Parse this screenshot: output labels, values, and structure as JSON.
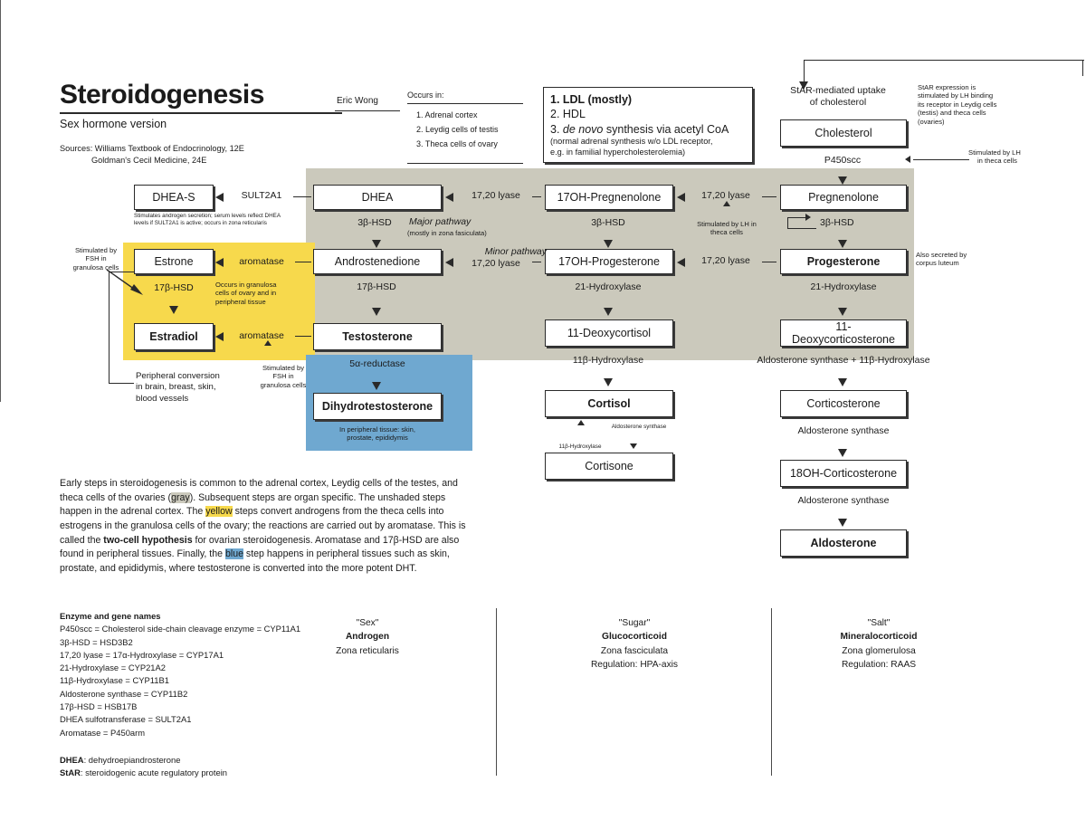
{
  "header": {
    "title": "Steroidogenesis",
    "subtitle": "Sex hormone version",
    "author": "Eric Wong",
    "sources_line1": "Sources: Williams Textbook of Endocrinology, 12E",
    "sources_line2": "Goldman's Cecil Medicine, 24E"
  },
  "occurs_box": {
    "heading": "Occurs in:",
    "items": [
      "1. Adrenal cortex",
      "2. Leydig cells of testis",
      "3. Theca cells of ovary"
    ]
  },
  "ldl_box": {
    "line1": "1. LDL (mostly)",
    "line2": "2. HDL",
    "line3_pre": "3. ",
    "line3_ital": "de novo",
    "line3_post": " synthesis via acetyl CoA",
    "sub1": "(normal adrenal synthesis w/o LDL receptor,",
    "sub2": "e.g. in familial hypercholesterolemia)"
  },
  "nodes": {
    "cholesterol": "Cholesterol",
    "pregnenolone": "Pregnenolone",
    "progesterone": "Progesterone",
    "deoxycorticosterone": "11-Deoxycorticosterone",
    "corticosterone": "Corticosterone",
    "ohcorticosterone": "18OH-Corticosterone",
    "aldosterone": "Aldosterone",
    "oh_pregnenolone": "17OH-Pregnenolone",
    "oh_progesterone": "17OH-Progesterone",
    "deoxycortisol": "11-Deoxycortisol",
    "cortisol": "Cortisol",
    "cortisone": "Cortisone",
    "dhea": "DHEA",
    "dhea_s": "DHEA-S",
    "androstenedione": "Androstenedione",
    "testosterone": "Testosterone",
    "dht": "Dihydrotestosterone",
    "estrone": "Estrone",
    "estradiol": "Estradiol"
  },
  "enzymes": {
    "star_uptake_l1": "StAR-mediated uptake",
    "star_uptake_l2": "of cholesterol",
    "p450scc": "P450scc",
    "hsd3b_right": "3β-HSD",
    "hsd3b_mid": "3β-HSD",
    "hsd3b_left": "3β-HSD",
    "lyase_top_right": "17,20 lyase",
    "lyase_top_left": "17,20 lyase",
    "lyase_bot_right": "17,20 lyase",
    "lyase_bot_left": "17,20 lyase",
    "hydroxylase21_mid": "21-Hydroxylase",
    "hydroxylase21_right": "21-Hydroxylase",
    "hydroxylase11b_mid": "11β-Hydroxylase",
    "aldo_plus_11b": "Aldosterone synthase + 11β-Hydroxylase",
    "aldo_synthase_r1": "Aldosterone synthase",
    "aldo_synthase_r2": "Aldosterone synthase",
    "aldo_synthase_cortisol": "Aldosterone synthase",
    "hydroxylase11b_cortisone": "11β-Hydroxylase",
    "sult2a1": "SULT2A1",
    "hsd17b_mid": "17β-HSD",
    "hsd17b_left": "17β-HSD",
    "reductase5a": "5α-reductase",
    "aromatase_top": "aromatase",
    "aromatase_bot": "aromatase"
  },
  "annotations": {
    "star_expression": "StAR expression is stimulated by LH binding its receptor in Leydig cells (testis) and theca cells (ovaries)",
    "lh_theca_l1": "Stimulated by LH",
    "lh_theca_l2": "in theca cells",
    "lh_theca_mid_l1": "Stimulated by LH in",
    "lh_theca_mid_l2": "theca cells",
    "corpus_luteum_l1": "Also secreted by",
    "corpus_luteum_l2": "corpus luteum",
    "major_pathway": "Major pathway",
    "major_pathway_sub": "(mostly in zona fasiculata)",
    "minor_pathway": "Minor pathway",
    "dhea_s_note_l1": "Stimulates androgen secretion; serum levels reflect DHEA",
    "dhea_s_note_l2": "levels if SULT2A1 is active; occurs in zona reticularis",
    "fsh_granulosa_left_l1": "Stimulated by",
    "fsh_granulosa_left_l2": "FSH in",
    "fsh_granulosa_left_l3": "granulosa cells",
    "fsh_granulosa_mid_l1": "Stimulated by",
    "fsh_granulosa_mid_l2": "FSH in",
    "fsh_granulosa_mid_l3": "granulosa cells",
    "granulosa_note_l1": "Occurs in granulosa",
    "granulosa_note_l2": "cells of ovary and in",
    "granulosa_note_l3": "peripheral tissue",
    "peripheral_conversion_l1": "Peripheral conversion",
    "peripheral_conversion_l2": "in brain, breast, skin,",
    "peripheral_conversion_l3": "blood vessels",
    "dht_note_l1": "In peripheral tissue: skin,",
    "dht_note_l2": "prostate, epididymis"
  },
  "narrative": {
    "s1": "Early steps in steroidogenesis is common to the adrenal cortex, Leydig cells of the testes, and theca cells of the ovaries (",
    "gray_word": "gray",
    "s2": "). Subsequent steps are organ specific. The unshaded steps happen in the adrenal cortex. The ",
    "yellow_word": "yellow",
    "s3": " steps convert androgens from the theca cells into estrogens in the granulosa cells of the ovary; the reactions are carried out by aromatase. This is called the ",
    "bold_phrase": "two-cell hypothesis",
    "s4": " for ovarian steroidogenesis. Aromatase and 17β-HSD are also found in peripheral tissues. Finally, the ",
    "blue_word": "blue",
    "s5": " step happens in peripheral tissues such as skin, prostate, and epididymis, where testosterone is converted into the more potent DHT."
  },
  "enzyme_legend": {
    "heading": "Enzyme and gene names",
    "lines": [
      "P450scc = Cholesterol side-chain cleavage enzyme = CYP11A1",
      "3β-HSD = HSD3B2",
      "17,20 lyase = 17α-Hydroxylase = CYP17A1",
      "21-Hydroxylase = CYP21A2",
      "11β-Hydroxylase = CYP11B1",
      "Aldosterone synthase = CYP11B2",
      "17β-HSD = HSB17B",
      "DHEA sulfotransferase = SULT2A1",
      "Aromatase = P450arm"
    ]
  },
  "abbrev_legend": {
    "dhea_key": "DHEA",
    "dhea_val": ": dehydroepiandrosterone",
    "star_key": "StAR",
    "star_val": ": steroidogenic acute regulatory protein"
  },
  "class_columns": [
    {
      "quoted": "\"Sex\"",
      "name": "Androgen",
      "zone": "Zona reticularis",
      "regulation": ""
    },
    {
      "quoted": "\"Sugar\"",
      "name": "Glucocorticoid",
      "zone": "Zona fasciculata",
      "regulation": "Regulation: HPA-axis"
    },
    {
      "quoted": "\"Salt\"",
      "name": "Mineralocorticoid",
      "zone": "Zona glomerulosa",
      "regulation": "Regulation: RAAS"
    }
  ],
  "colors": {
    "gray_region": "#cbc9bc",
    "yellow_region": "#f7d94c",
    "blue_region": "#6fa8d0",
    "box_border": "#2a2a2a",
    "page_background": "#ffffff"
  }
}
